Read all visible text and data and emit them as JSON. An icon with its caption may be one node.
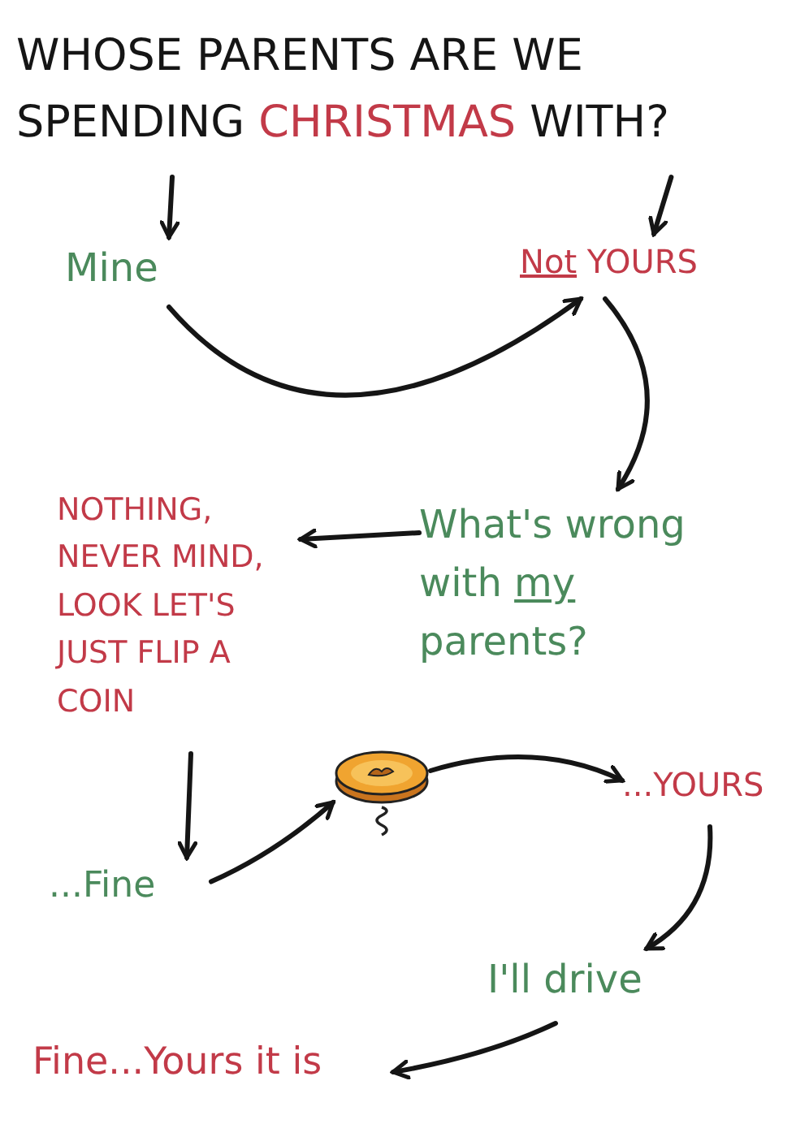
{
  "diagram": {
    "nodes": [
      {
        "text": [
          "WHOSE PARENTS ARE WE SPENDING **CHRISTMAS** WITH?"
        ]
      },
      {
        "text": [
          "Mine"
        ]
      },
      {
        "text": [
          "**Not** YOURS"
        ]
      },
      {
        "text": [
          "What's wrong with **my** parents?"
        ]
      },
      {
        "text": [
          "NOTHING, NEVER MIND, LOOK LET'S JUST FLIP A COIN"
        ]
      },
      {
        "text": [
          "...Fine"
        ]
      },
      {
        "text": [],
        "shape": "picture"
      },
      {
        "text": [
          "...YOURS"
        ]
      },
      {
        "text": [
          "I'll drive"
        ]
      },
      {
        "text": [
          "Fine...Yours it is"
        ]
      }
    ],
    "edges": [
      {
        "from": 0,
        "to": 1,
        "arrow": "to"
      },
      {
        "from": 0,
        "to": 2,
        "arrow": "to"
      },
      {
        "from": 1,
        "to": 2,
        "arrow": "to"
      },
      {
        "from": 2,
        "to": 3,
        "arrow": "to"
      },
      {
        "from": 3,
        "to": 4,
        "arrow": "to"
      },
      {
        "from": 4,
        "to": 5,
        "arrow": "to"
      },
      {
        "from": 5,
        "to": 6,
        "arrow": "to"
      },
      {
        "from": 6,
        "to": 7,
        "arrow": "to"
      },
      {
        "from": 7,
        "to": 8,
        "arrow": "to"
      },
      {
        "from": 8,
        "to": 9,
        "arrow": "to"
      }
    ]
  }
}
